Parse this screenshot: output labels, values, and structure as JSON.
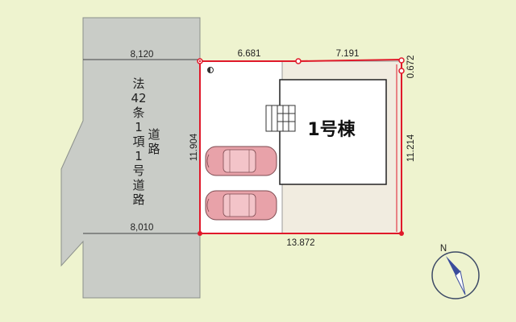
{
  "road": {
    "label_col1": [
      "法",
      "42",
      "条",
      "1",
      "項",
      "1",
      "号",
      "道",
      "路"
    ],
    "label_col2": [
      "道",
      "路"
    ],
    "width_top": "8,120",
    "width_bottom": "8,010"
  },
  "lot": {
    "dim_top_left": "6.681",
    "dim_top_right": "7.191",
    "dim_right_top": "0.672",
    "dim_right": "11.214",
    "dim_left": "11.904",
    "dim_bottom": "13.872"
  },
  "building": {
    "label": "1号棟"
  },
  "compass": {
    "label": "N"
  },
  "colors": {
    "background": "#eef3cf",
    "road": "#c9ccc7",
    "lot": "#ffffff",
    "lot_inner": "#f1ece0",
    "boundary": "#e0192a",
    "car": "#e8a2a9"
  }
}
